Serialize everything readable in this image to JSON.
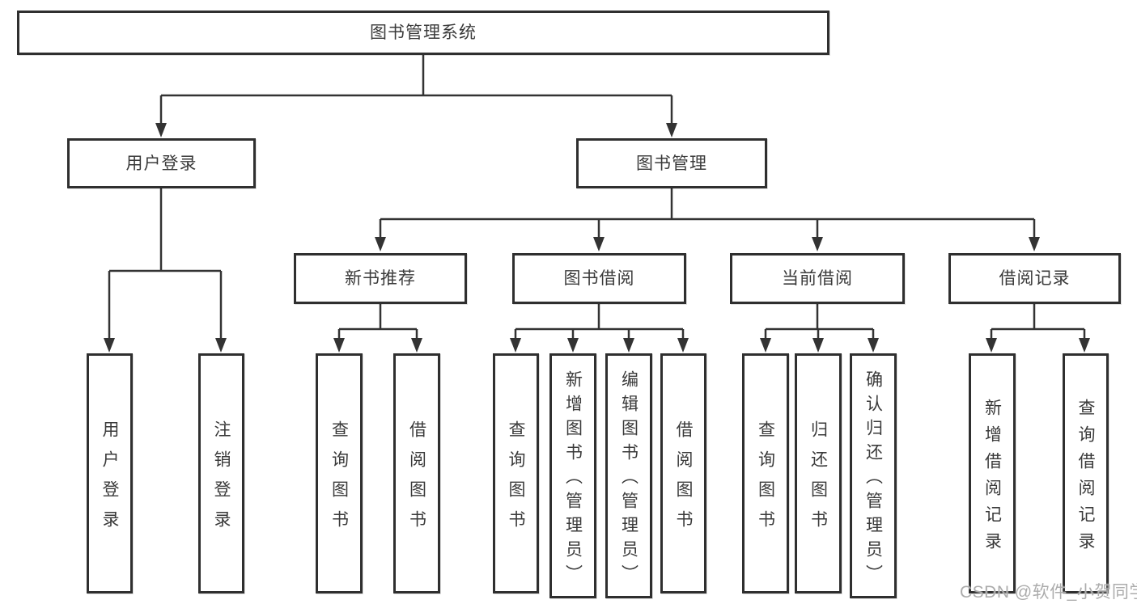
{
  "tree": {
    "label": "图书管理系统",
    "children": [
      {
        "label": "用户登录",
        "children": [
          {
            "label": "用户登录"
          },
          {
            "label": "注销登录"
          }
        ]
      },
      {
        "label": "图书管理",
        "children": [
          {
            "label": "新书推荐",
            "children": [
              {
                "label": "查询图书"
              },
              {
                "label": "借阅图书"
              }
            ]
          },
          {
            "label": "图书借阅",
            "children": [
              {
                "label": "查询图书"
              },
              {
                "label": "新增图书（管理员）"
              },
              {
                "label": "编辑图书（管理员）"
              },
              {
                "label": "借阅图书"
              }
            ]
          },
          {
            "label": "当前借阅",
            "children": [
              {
                "label": "查询图书"
              },
              {
                "label": "归还图书"
              },
              {
                "label": "确认归还（管理员）"
              }
            ]
          },
          {
            "label": "借阅记录",
            "children": [
              {
                "label": "新增借阅记录"
              },
              {
                "label": "查询借阅记录"
              }
            ]
          }
        ]
      }
    ]
  },
  "watermark": {
    "text": "CSDN @软件_小贺同学"
  },
  "colors": {
    "line": "#333333",
    "box_border": "#2f2f2f",
    "text": "#3a3a3a",
    "watermark": "#acacac"
  }
}
